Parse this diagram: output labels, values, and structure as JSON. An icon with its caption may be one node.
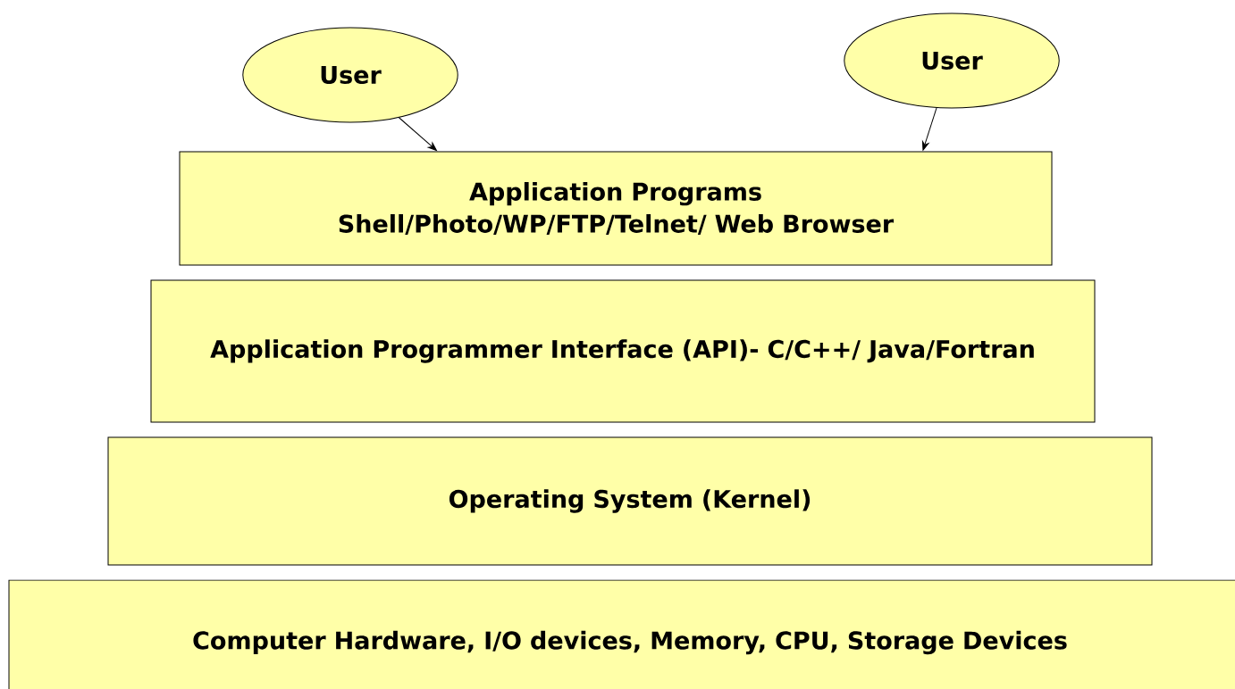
{
  "diagram": {
    "nodes": [
      {
        "text": [
          "User"
        ]
      },
      {
        "text": [
          "User"
        ]
      },
      {
        "text": [
          "Application Programs",
          "Shell/Photo/WP/FTP/Telnet/ Web Browser"
        ]
      },
      {
        "text": [
          "Application Programmer Interface (API)- C/C++/ Java/Fortran"
        ]
      },
      {
        "text": [
          "Operating System (Kernel)"
        ]
      },
      {
        "text": [
          "Computer Hardware, I/O devices, Memory, CPU, Storage Devices"
        ]
      }
    ],
    "edges": [
      {
        "from": 0,
        "to": 2,
        "arrow": "to"
      },
      {
        "from": 1,
        "to": 2,
        "arrow": "to"
      }
    ]
  }
}
